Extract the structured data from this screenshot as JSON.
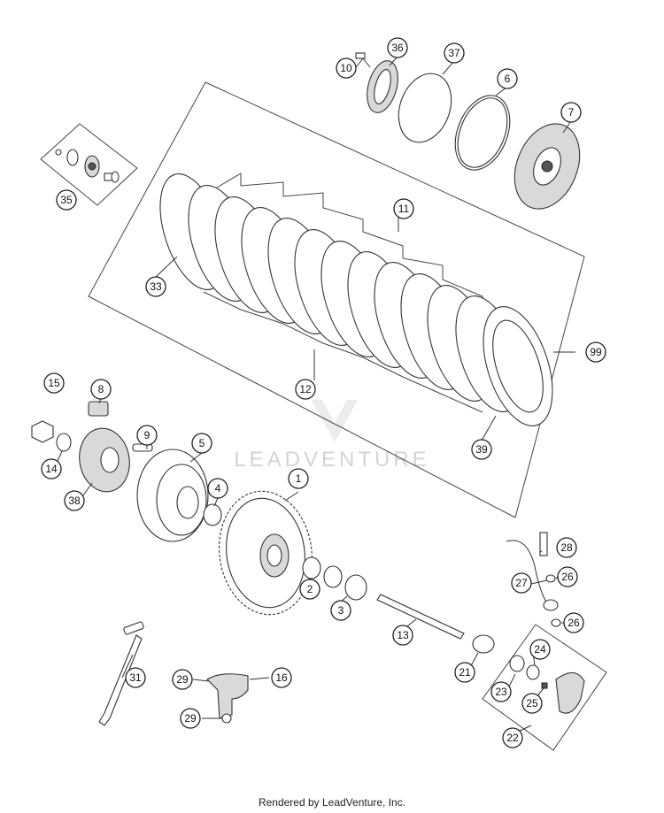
{
  "footer": {
    "credit": "Rendered by LeadVenture, Inc."
  },
  "watermark": {
    "text": "LEADVENTURE"
  },
  "callouts": [
    {
      "label": "10"
    },
    {
      "label": "36"
    },
    {
      "label": "37"
    },
    {
      "label": "6"
    },
    {
      "label": "7"
    },
    {
      "label": "35"
    },
    {
      "label": "11"
    },
    {
      "label": "33"
    },
    {
      "label": "99"
    },
    {
      "label": "12"
    },
    {
      "label": "39"
    },
    {
      "label": "8"
    },
    {
      "label": "15"
    },
    {
      "label": "9"
    },
    {
      "label": "5"
    },
    {
      "label": "14"
    },
    {
      "label": "38"
    },
    {
      "label": "1"
    },
    {
      "label": "4"
    },
    {
      "label": "28"
    },
    {
      "label": "27"
    },
    {
      "label": "26"
    },
    {
      "label": "26"
    },
    {
      "label": "2"
    },
    {
      "label": "3"
    },
    {
      "label": "13"
    },
    {
      "label": "24"
    },
    {
      "label": "21"
    },
    {
      "label": "31"
    },
    {
      "label": "29"
    },
    {
      "label": "16"
    },
    {
      "label": "23"
    },
    {
      "label": "25"
    },
    {
      "label": "29"
    },
    {
      "label": "22"
    }
  ]
}
